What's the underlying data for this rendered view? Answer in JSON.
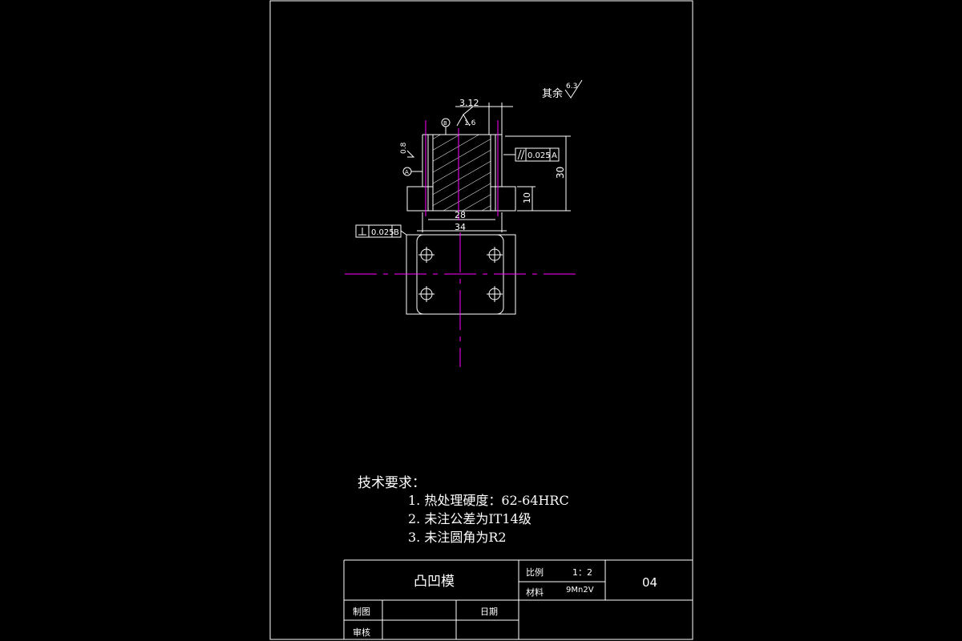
{
  "drawing": {
    "roughness_rest_label": "其余",
    "roughness_rest_value": "6.3",
    "roughness_top_value": "1.6",
    "roughness_left_value": "0.8",
    "dim_offset": "3.12",
    "dim_height": "30",
    "dim_base_height": "10",
    "dim_width_inner": "28",
    "dim_width_outer": "34",
    "tol_parallel": "0.025",
    "tol_parallel_datum": "A",
    "tol_perp": "0.025",
    "tol_perp_datum": "B",
    "datum_b": "B",
    "datum_a": "A",
    "colors": {
      "line": "#ffffff",
      "center": "#ff00ff",
      "background": "#000000"
    }
  },
  "notes": {
    "title": "技术要求：",
    "items": [
      "1.  热处理硬度：62-64HRC",
      "2.  未注公差为IT14级",
      "3.  未注圆角为R2"
    ]
  },
  "title_block": {
    "part_name": "凸凹模",
    "scale_label": "比例",
    "scale_value": "1：2",
    "material_label": "材料",
    "material_value": "9Mn2V",
    "drawing_no": "04",
    "drawn_label": "制图",
    "date_label": "日期",
    "checked_label": "审核"
  }
}
